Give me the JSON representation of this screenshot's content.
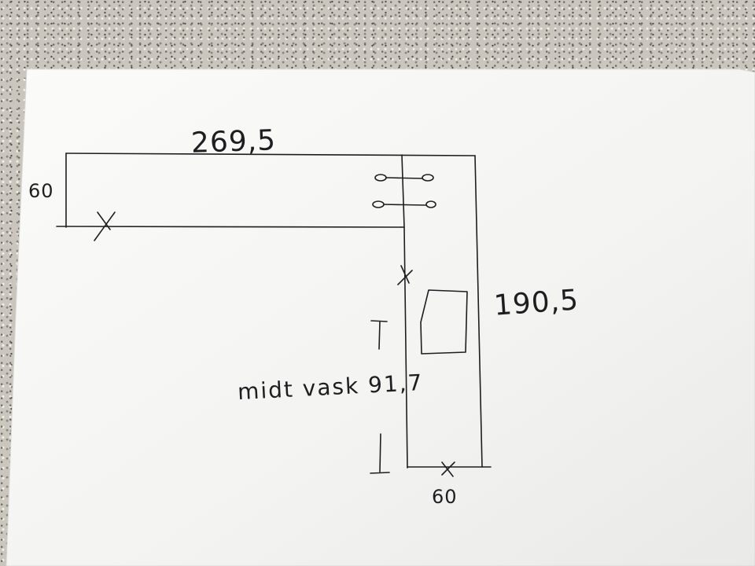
{
  "sketch": {
    "top_length": "269,5",
    "left_depth": "60",
    "right_length": "190,5",
    "sink_note": "midt vask 91,7",
    "bottom_depth": "60"
  },
  "colors": {
    "paper": "#f6f6f4",
    "ink": "#1e1e22",
    "countertop": "#cbc6bd"
  }
}
